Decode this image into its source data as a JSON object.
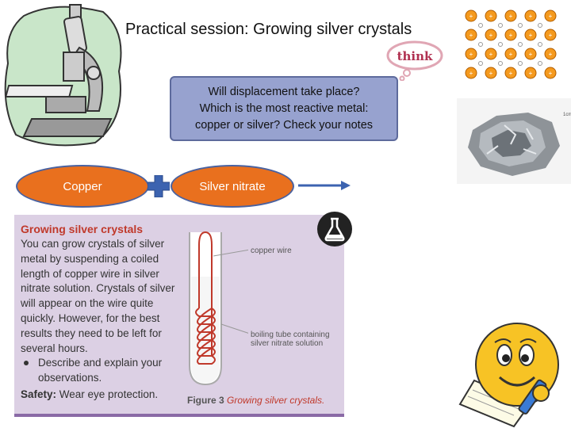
{
  "title": "Practical session: Growing silver crystals",
  "think_label": "think",
  "question": {
    "line1": "Will displacement take place?",
    "line2": "Which is the most reactive metal:",
    "line3": "copper or silver? Check your notes"
  },
  "reaction": {
    "reactant1": "Copper",
    "reactant2": "Silver nitrate"
  },
  "panel": {
    "heading": "Growing silver crystals",
    "body": "You can grow crystals of silver metal by suspending a coiled length of copper wire in silver nitrate solution. Crystals of silver will appear on the wire quite quickly. However, for the best results they need to be left for several hours.",
    "bullet": "Describe and explain your observations.",
    "safety_label": "Safety:",
    "safety_text": "Wear eye protection.",
    "label_wire": "copper wire",
    "label_tube_line1": "boiling tube containing",
    "label_tube_line2": "silver nitrate solution",
    "figure_number": "Figure 3",
    "figure_caption": "Growing silver crystals."
  },
  "colors": {
    "oval_fill": "#e9701e",
    "question_box": "#97a2cf",
    "panel_bg": "#dcd0e4",
    "arrow": "#4a62a0"
  },
  "icons": [
    "microscope-clipart",
    "think-bubble",
    "plus-icon",
    "right-arrow-icon",
    "ion-lattice-diagram",
    "silver-crystal-photo",
    "flask-icon",
    "smiley-writing-clipart"
  ]
}
